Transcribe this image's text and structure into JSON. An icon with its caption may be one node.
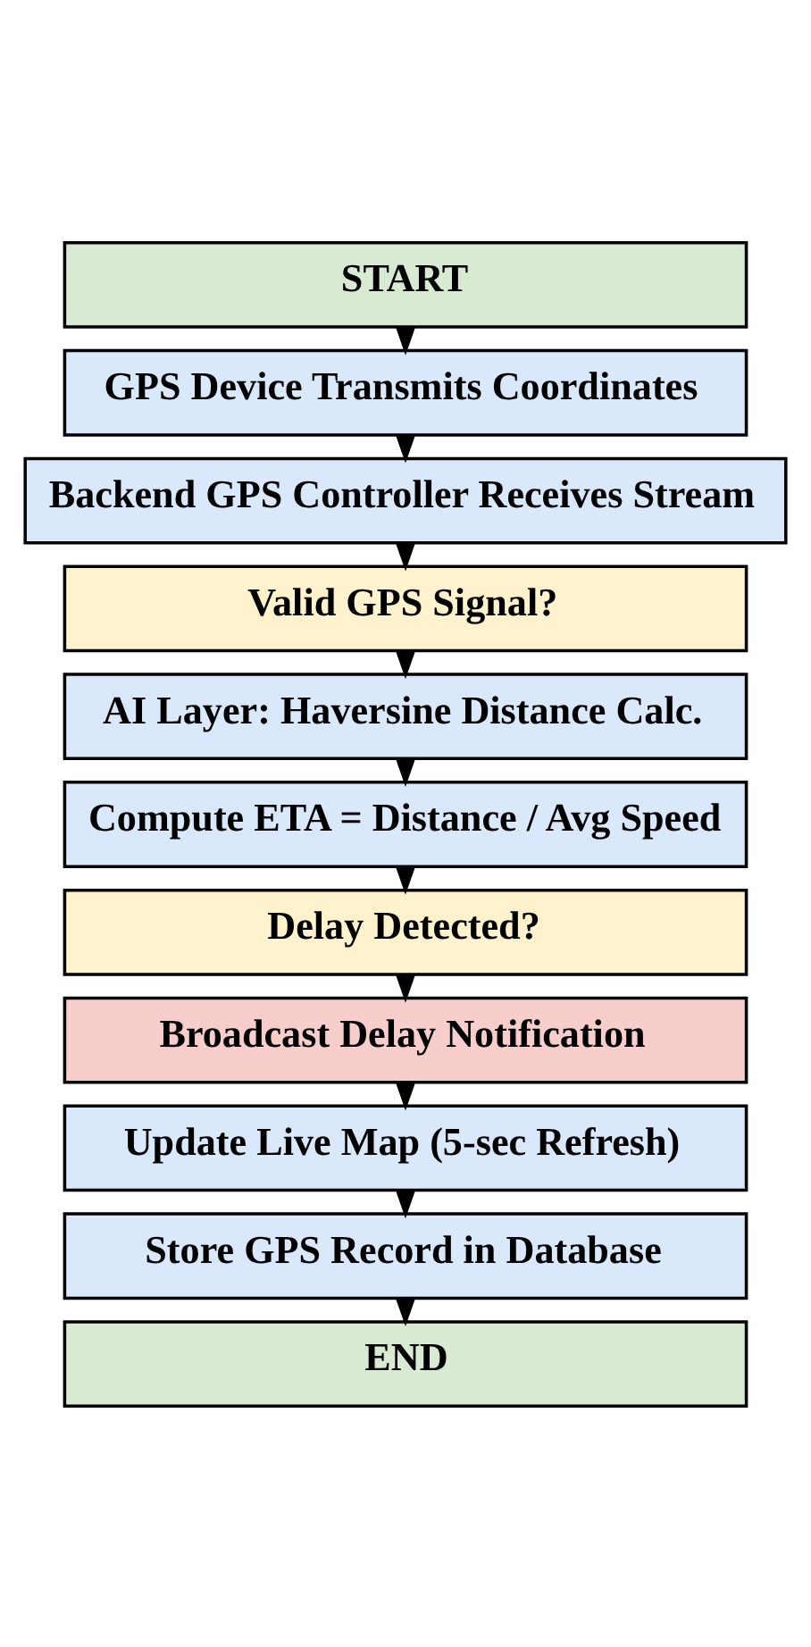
{
  "diagram": {
    "nodes": [
      {
        "text": [
          "START"
        ]
      },
      {
        "text": [
          "GPS Device Transmits Coordinates"
        ]
      },
      {
        "text": [
          "Backend GPS Controller Receives Stream"
        ]
      },
      {
        "text": [
          "Valid GPS Signal?"
        ]
      },
      {
        "text": [
          "AI Layer: Haversine Distance Calc."
        ]
      },
      {
        "text": [
          "Compute ETA = Distance / Avg Speed"
        ]
      },
      {
        "text": [
          "Delay Detected?"
        ]
      },
      {
        "text": [
          "Broadcast Delay Notification"
        ]
      },
      {
        "text": [
          "Update Live Map (5-sec Refresh)"
        ]
      },
      {
        "text": [
          "Store GPS Record in Database"
        ]
      },
      {
        "text": [
          "END"
        ]
      }
    ],
    "edges": [
      {
        "from": 0,
        "to": 1,
        "arrow": "to"
      },
      {
        "from": 1,
        "to": 2,
        "arrow": "to"
      },
      {
        "from": 2,
        "to": 3,
        "arrow": "to"
      },
      {
        "from": 3,
        "to": 4,
        "arrow": "to"
      },
      {
        "from": 4,
        "to": 5,
        "arrow": "to"
      },
      {
        "from": 5,
        "to": 6,
        "arrow": "to"
      },
      {
        "from": 6,
        "to": 7,
        "arrow": "to"
      },
      {
        "from": 7,
        "to": 8,
        "arrow": "to"
      },
      {
        "from": 8,
        "to": 9,
        "arrow": "to"
      },
      {
        "from": 9,
        "to": 10,
        "arrow": "to"
      }
    ]
  }
}
